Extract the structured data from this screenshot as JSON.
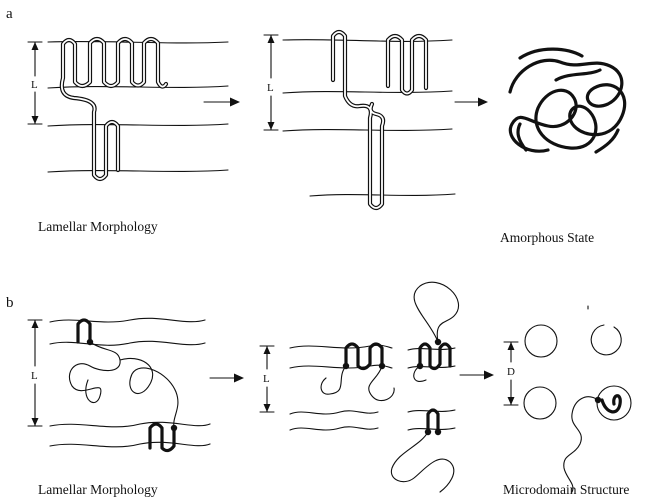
{
  "panel_a": {
    "letter": "a",
    "spacing_label": "L",
    "caption_left": "Lamellar Morphology",
    "caption_right": "Amorphous State"
  },
  "panel_b": {
    "letter": "b",
    "spacing_label_1": "L",
    "spacing_label_2": "L",
    "domain_label": "D",
    "caption_left": "Lamellar Morphology",
    "caption_right": "Microdomain Structure"
  }
}
